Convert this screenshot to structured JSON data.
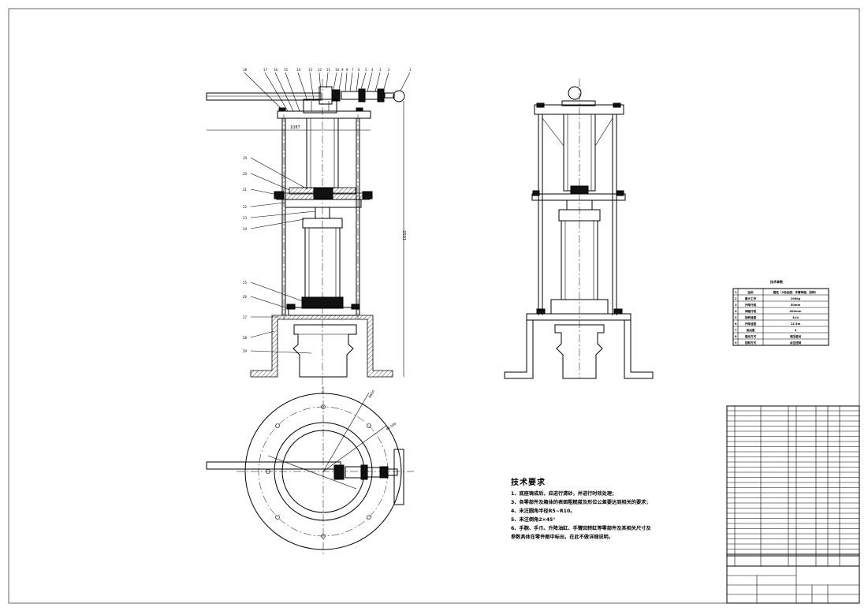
{
  "technical_requirements": {
    "title": "技术要求",
    "lines": [
      "1、底座铸成后，应进行清砂，并进行时效处理；",
      "3、各零部件及箱体的表面粗糙度及形位公差要达到相关的要求；",
      "4、未注圆角半径R5~R10。",
      "5、未注倒角2×45°",
      "6、手腕、手爪、升降油缸、手臂回转缸等零部件及其相关尺寸及",
      "参数具体在零件图中标出，在此不做详细说明。"
    ]
  },
  "part_callouts": {
    "top_row": [
      "18",
      "17",
      "16",
      "15",
      "14",
      "13",
      "12",
      "11",
      "10",
      "9",
      "8",
      "7",
      "6",
      "5",
      "4",
      "3",
      "2",
      "1"
    ],
    "left_column": [
      "19",
      "20",
      "21",
      "22",
      "23",
      "24",
      "25",
      "26",
      "27",
      "28",
      "29"
    ]
  },
  "spec_table": {
    "caption": "技术参数",
    "rows": [
      {
        "no": "1",
        "name": "坐标",
        "value": "圆柱（2自由度：手臂伸缩，回转）"
      },
      {
        "no": "2",
        "name": "最大工作",
        "value": "100kg"
      },
      {
        "no": "3",
        "name": "升降行程",
        "value": "50mm"
      },
      {
        "no": "4",
        "name": "伸缩行程",
        "value": "400mm"
      },
      {
        "no": "5",
        "name": "回转速度",
        "value": "3r/s"
      },
      {
        "no": "6",
        "name": "升降速度",
        "value": "12.5m"
      },
      {
        "no": "7",
        "name": "自由度",
        "value": "4"
      },
      {
        "no": "8",
        "name": "驱动方式",
        "value": "液压驱动"
      },
      {
        "no": "9",
        "name": "控制方式",
        "value": "点位控制"
      }
    ]
  },
  "dimensions": {
    "arm_length": "1087",
    "total_height": "1010",
    "radius_a": "R800",
    "radius_b": "R1,500"
  }
}
